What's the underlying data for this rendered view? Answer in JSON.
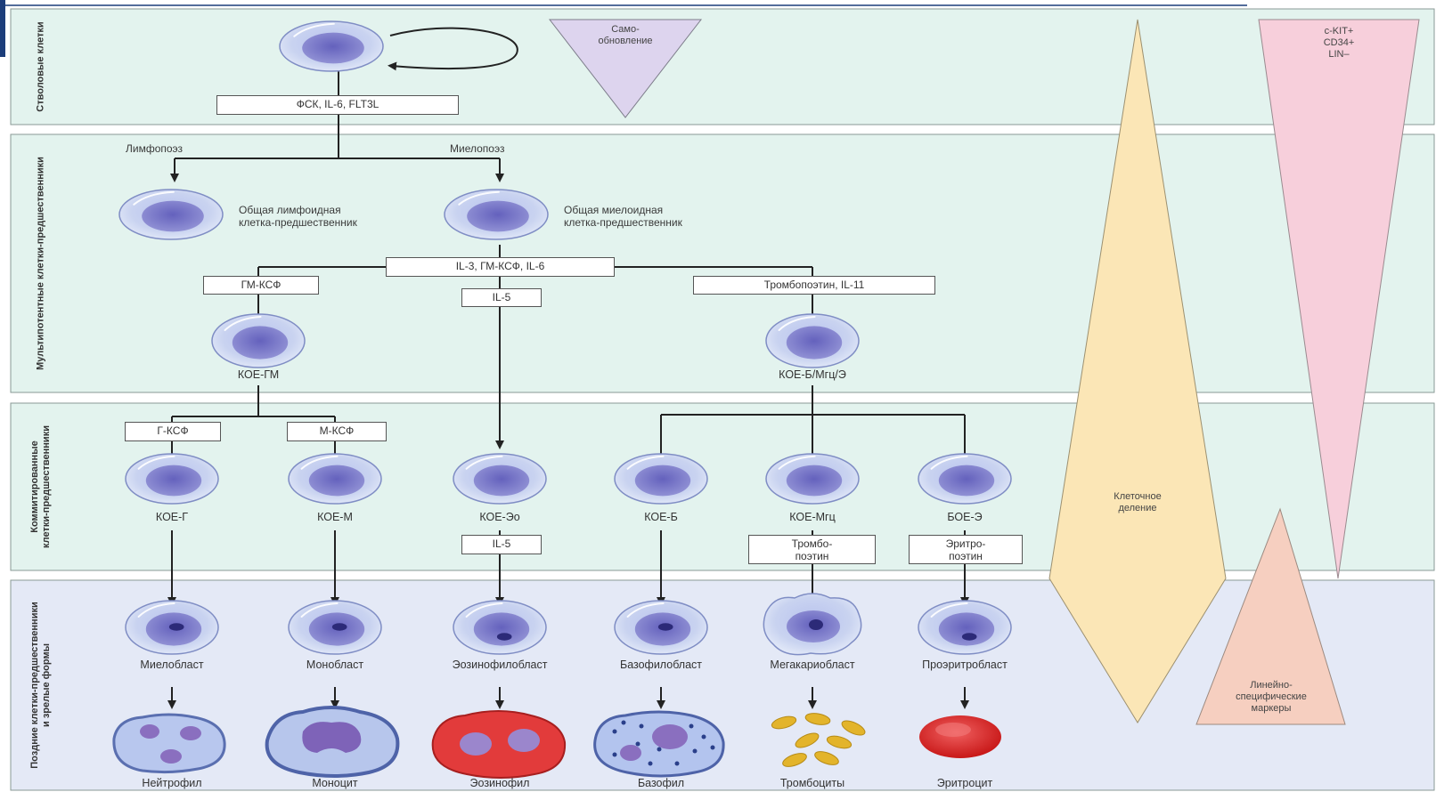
{
  "zones": {
    "stem": "Стволовые клетки",
    "multipotent": "Мультипотентные клетки-предшественники",
    "committed": [
      "Коммитированные",
      "клетки-предшественники"
    ],
    "late": [
      "Поздние клетки-предшественники",
      "и зрелые формы"
    ]
  },
  "triangles": {
    "self_renewal": [
      "Само-",
      "обновление"
    ],
    "markers": [
      "c-KIT+",
      "CD34+",
      "LIN–"
    ],
    "division": [
      "Клеточное",
      "деление"
    ],
    "lineage": [
      "Линейно-",
      "специфические",
      "маркеры"
    ]
  },
  "factors": {
    "stem": "ФСК, IL-6, FLT3L",
    "myelo_main": "IL-3, ГМ-КСФ, IL-6",
    "gm_csf": "ГМ-КСФ",
    "il5_top": "IL-5",
    "thrombo_il11": "Тромбопоэтин, IL-11",
    "g_csf": "Г-КСФ",
    "m_csf": "М-КСФ",
    "il5_bottom": "IL-5",
    "thrombopoietin": [
      "Тромбо-",
      "поэтин"
    ],
    "erythropoietin": [
      "Эритро-",
      "поэтин"
    ]
  },
  "branches": {
    "lymphopoiesis": "Лимфопоэз",
    "myelopoiesis": "Миелопоэз"
  },
  "progenitors": {
    "common_lymphoid": [
      "Общая лимфоидная",
      "клетка-предшественник"
    ],
    "common_myeloid": [
      "Общая миелоидная",
      "клетка-предшественник"
    ],
    "cfu_gm": "КОЕ-ГМ",
    "cfu_bmge": "КОЕ-Б/Мгц/Э"
  },
  "committed_cells": [
    "КОЕ-Г",
    "КОЕ-М",
    "КОЕ-Эо",
    "КОЕ-Б",
    "КОЕ-Мгц",
    "БОЕ-Э"
  ],
  "blasts": [
    "Миелобласт",
    "Монобласт",
    "Эозинофилобласт",
    "Базофилобласт",
    "Мегакариобласт",
    "Проэритробласт"
  ],
  "mature": [
    "Нейтрофил",
    "Моноцит",
    "Эозинофил",
    "Базофил",
    "Тромбоциты",
    "Эритроцит"
  ],
  "colors": {
    "zone_green": "#e3f3ee",
    "zone_blue": "#e4e9f6",
    "self_renewal": "#ddd4ee",
    "markers": "#f7cfdb",
    "division": "#fbe6b6",
    "lineage": "#f6cfc0",
    "cell_body": "#c9d3f0",
    "nucleus": "#6d6cc3",
    "header_accent": "#1c3d7a"
  }
}
